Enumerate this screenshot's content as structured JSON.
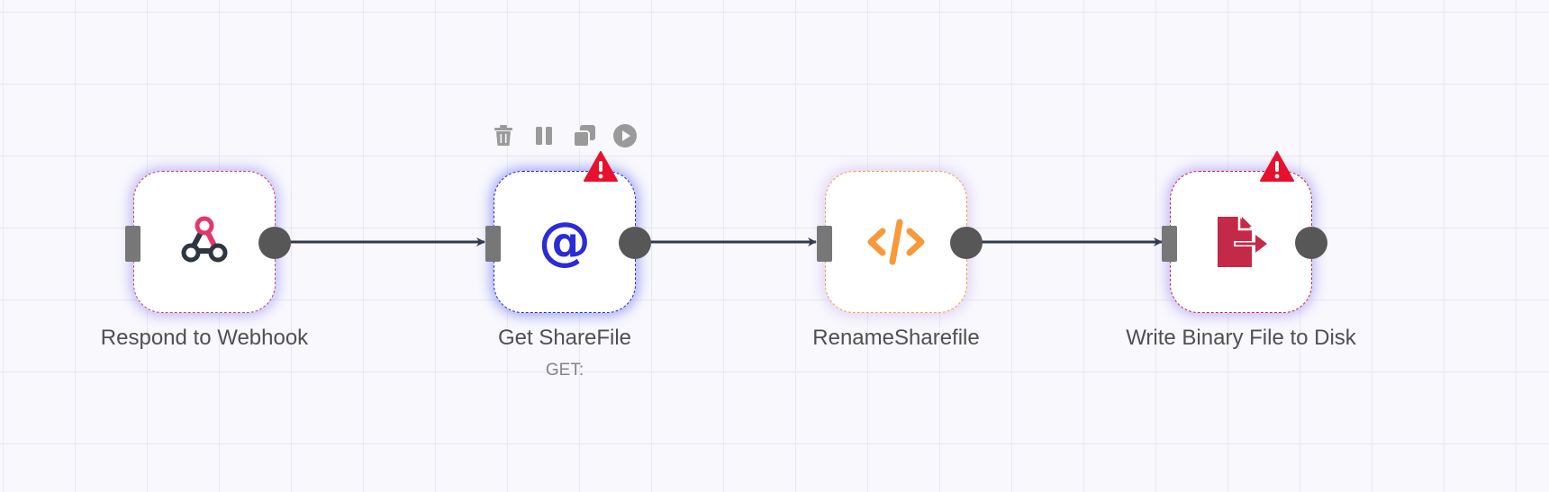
{
  "canvas": {
    "background_color": "#f8f8fd",
    "grid_color": "#e8e8f4"
  },
  "toolbar": {
    "tools": [
      {
        "name": "delete",
        "icon": "trash-icon"
      },
      {
        "name": "disable",
        "icon": "pause-icon"
      },
      {
        "name": "duplicate",
        "icon": "duplicate-icon"
      },
      {
        "name": "execute",
        "icon": "play-icon"
      }
    ],
    "icon_color": "#9a9a9a"
  },
  "nodes": [
    {
      "label": "Respond to Webhook",
      "subtitle": "",
      "icon": "webhook-icon",
      "border_color": "#c04a6d",
      "warning": false
    },
    {
      "label": "Get ShareFile",
      "subtitle": "GET:",
      "icon": "at-sign-icon",
      "icon_color": "#2b2bd8",
      "border_color": "#2b2bd8",
      "warning": true,
      "selected": true
    },
    {
      "label": "RenameSharefile",
      "subtitle": "",
      "icon": "code-icon",
      "icon_color": "#f79a3a",
      "border_color": "#f4a04b",
      "warning": false
    },
    {
      "label": "Write Binary File to Disk",
      "subtitle": "",
      "icon": "file-export-icon",
      "icon_color": "#c42a48",
      "border_color": "#c42a48",
      "warning": true
    }
  ],
  "connections": [
    {
      "from": "Respond to Webhook",
      "to": "Get ShareFile"
    },
    {
      "from": "Get ShareFile",
      "to": "RenameSharefile"
    },
    {
      "from": "RenameSharefile",
      "to": "Write Binary File to Disk"
    }
  ],
  "colors": {
    "edge": "#2f3a4a",
    "warning": "#e8112d",
    "handle_in": "#777777",
    "handle_out": "#575757"
  }
}
